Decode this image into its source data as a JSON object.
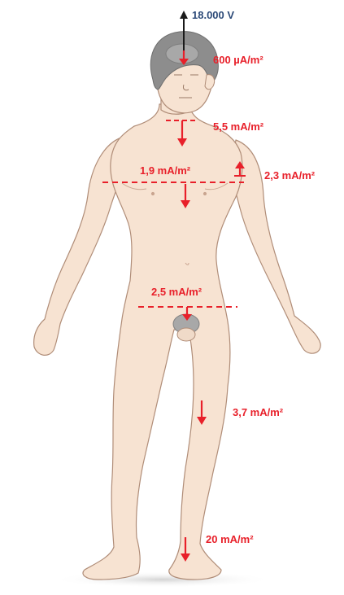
{
  "source_voltage": "18.000 V",
  "measurements": {
    "head": "600 µA/m²",
    "neck": "5,5 mA/m²",
    "chest": "1,9 mA/m²",
    "arm": "2,3 mA/m²",
    "pelvis": "2,5 mA/m²",
    "thigh": "3,7 mA/m²",
    "ankle": "20 mA/m²"
  },
  "colors": {
    "skin": "#f7e3d2",
    "outline": "#b08d78",
    "hair": "#8d8d8d",
    "current": "#e8202a",
    "field_arrow": "#1a1a1a",
    "voltage_text": "#2c4a78"
  }
}
